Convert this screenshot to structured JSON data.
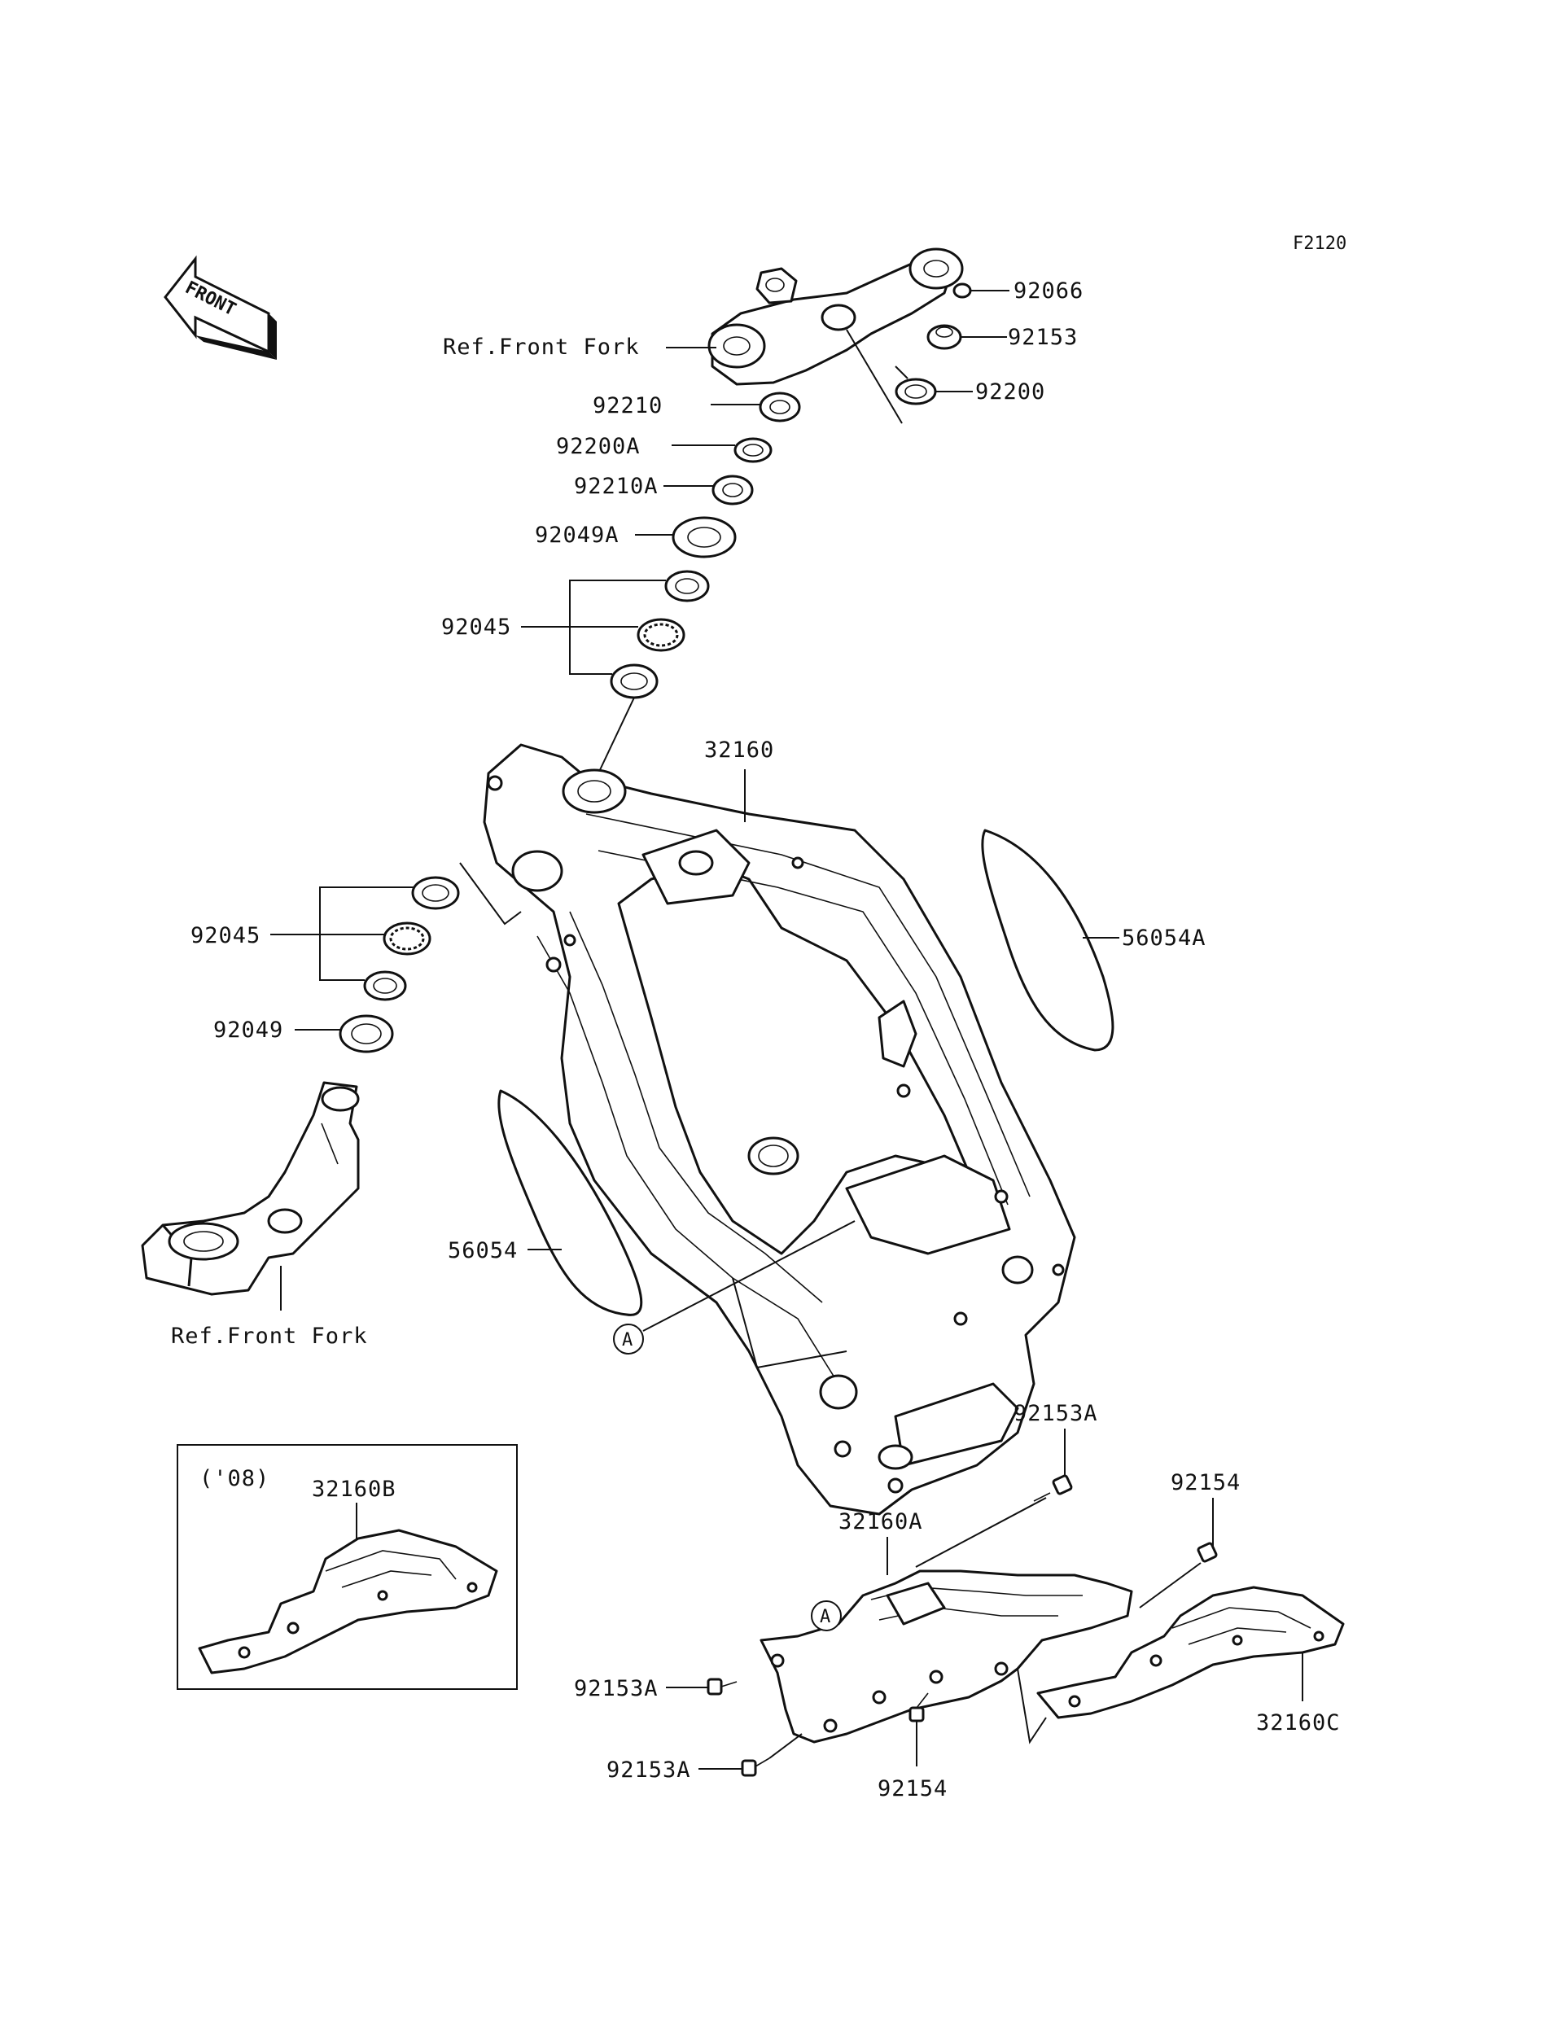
{
  "diagram_code": "F2120",
  "front_arrow_label": "FRONT",
  "callout_marker": "A",
  "inset_label": "('08)",
  "labels": {
    "p92066": "92066",
    "p92153": "92153",
    "p92200": "92200",
    "ref_front_fork_top": "Ref.Front Fork",
    "p92210": "92210",
    "p92200A": "92200A",
    "p92210A": "92210A",
    "p92049A": "92049A",
    "p92045_top": "92045",
    "p32160": "32160",
    "p56054A": "56054A",
    "p92045_bottom": "92045",
    "p92049": "92049",
    "p56054": "56054",
    "ref_front_fork_bottom": "Ref.Front Fork",
    "p32160B": "32160B",
    "p92153A_top": "92153A",
    "p92154_top": "92154",
    "p32160A": "32160A",
    "p92153A_left": "92153A",
    "p92153A_bottom": "92153A",
    "p92154_bottom": "92154",
    "p32160C": "32160C"
  }
}
